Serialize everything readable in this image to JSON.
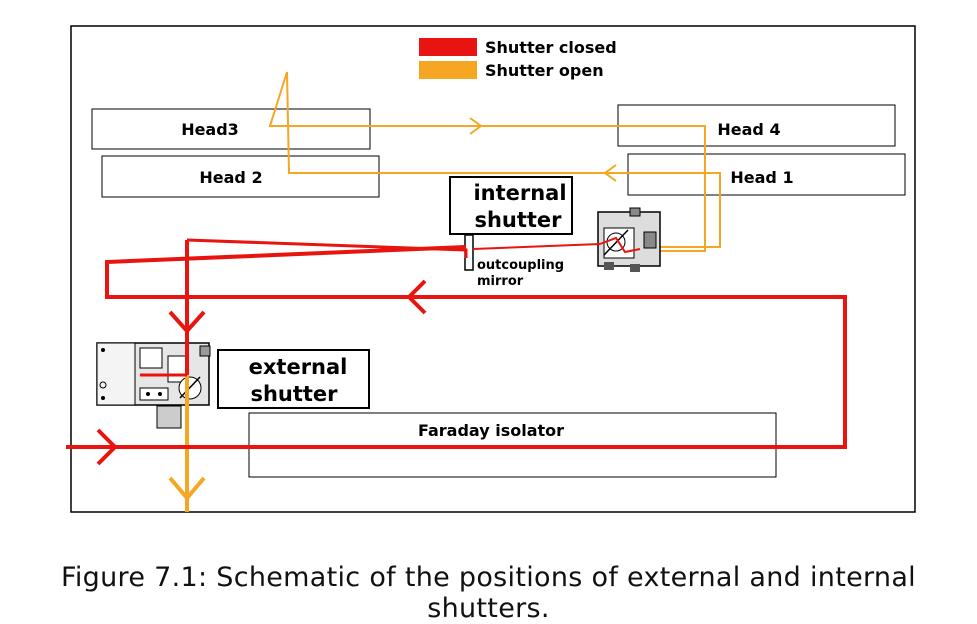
{
  "legend": {
    "closed_label": "Shutter closed",
    "open_label": "Shutter open",
    "closed_color": "#e8140f",
    "open_color": "#f5a623"
  },
  "components": {
    "head3": "Head3",
    "head2": "Head 2",
    "head4": "Head 4",
    "head1": "Head 1",
    "internal_shutter_line1": "internal",
    "internal_shutter_line2": "shutter",
    "outcoupling_line1": "outcoupling",
    "outcoupling_line2": "mirror",
    "external_shutter_line1": "external",
    "external_shutter_line2": "shutter",
    "faraday": "Faraday isolator"
  },
  "caption": "Figure 7.1: Schematic of the positions of external and internal shutters."
}
